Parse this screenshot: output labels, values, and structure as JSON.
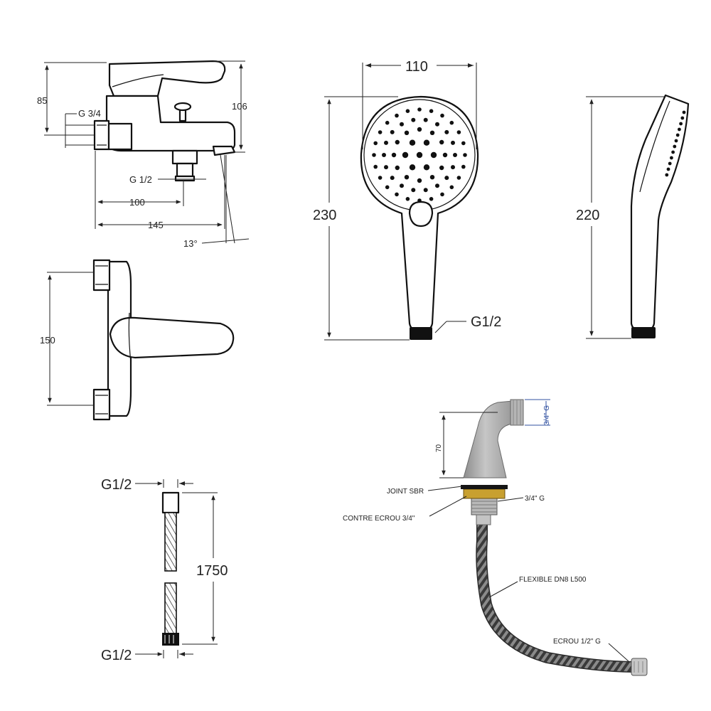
{
  "faucet_side": {
    "dim_85": "85",
    "dim_106": "106",
    "thread_g34": "G 3/4",
    "thread_g12": "G 1/2",
    "dim_100": "100",
    "dim_145": "145",
    "angle": "13°"
  },
  "faucet_top": {
    "dim_150": "150"
  },
  "shower_head": {
    "width": "110",
    "height": "230",
    "thread": "G1/2"
  },
  "shower_side": {
    "height": "220"
  },
  "hose": {
    "thread_top": "G1/2",
    "length": "1750",
    "thread_bottom": "G1/2"
  },
  "fitting": {
    "thread_top": "3/4\" G",
    "height": "70",
    "joint": "JOINT SBR",
    "thread_mid": "3/4\" G",
    "nut": "CONTRE ECROU 3/4\"",
    "flexible": "FLEXIBLE DN8 L500",
    "end_nut": "ECROU 1/2\" G"
  },
  "colors": {
    "line": "#111111",
    "fitting_body": "#a9a9a9",
    "brass": "#c8a030",
    "hose": "#6a6a6a",
    "dim_blue": "#3050a0"
  }
}
